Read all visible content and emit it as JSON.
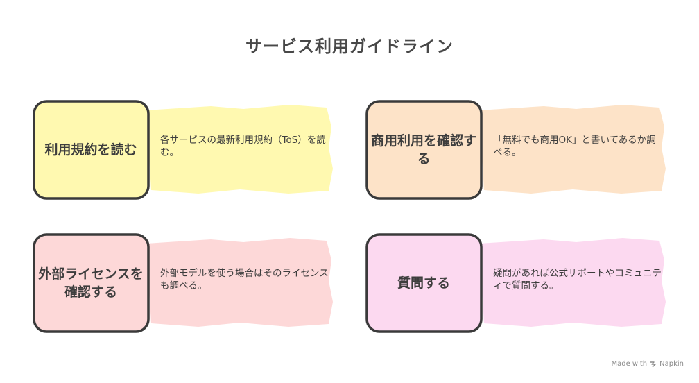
{
  "title": "サービス利用ガイドライン",
  "colors": {
    "yellow": "#fff9b0",
    "peach": "#fde3c8",
    "pink": "#fdd8d8",
    "magenta": "#fcd9f0",
    "stroke": "#3a3a3a"
  },
  "cards": [
    {
      "heading": "利用規約を読む",
      "description": "各サービスの最新利用規約（ToS）を読む。",
      "color": "#fff9b0"
    },
    {
      "heading": "商用利用を確認する",
      "description": "「無料でも商用OK」と書いてあるか調べる。",
      "color": "#fde3c8"
    },
    {
      "heading": "外部ライセンスを確認する",
      "description": "外部モデルを使う場合はそのライセンスも調べる。",
      "color": "#fdd8d8"
    },
    {
      "heading": "質問する",
      "description": "疑問があれば公式サポートやコミュニティで質問する。",
      "color": "#fcd9f0"
    }
  ],
  "footer": {
    "label": "Made with",
    "brand": "Napkin",
    "icon": "napkin-logo-icon"
  }
}
